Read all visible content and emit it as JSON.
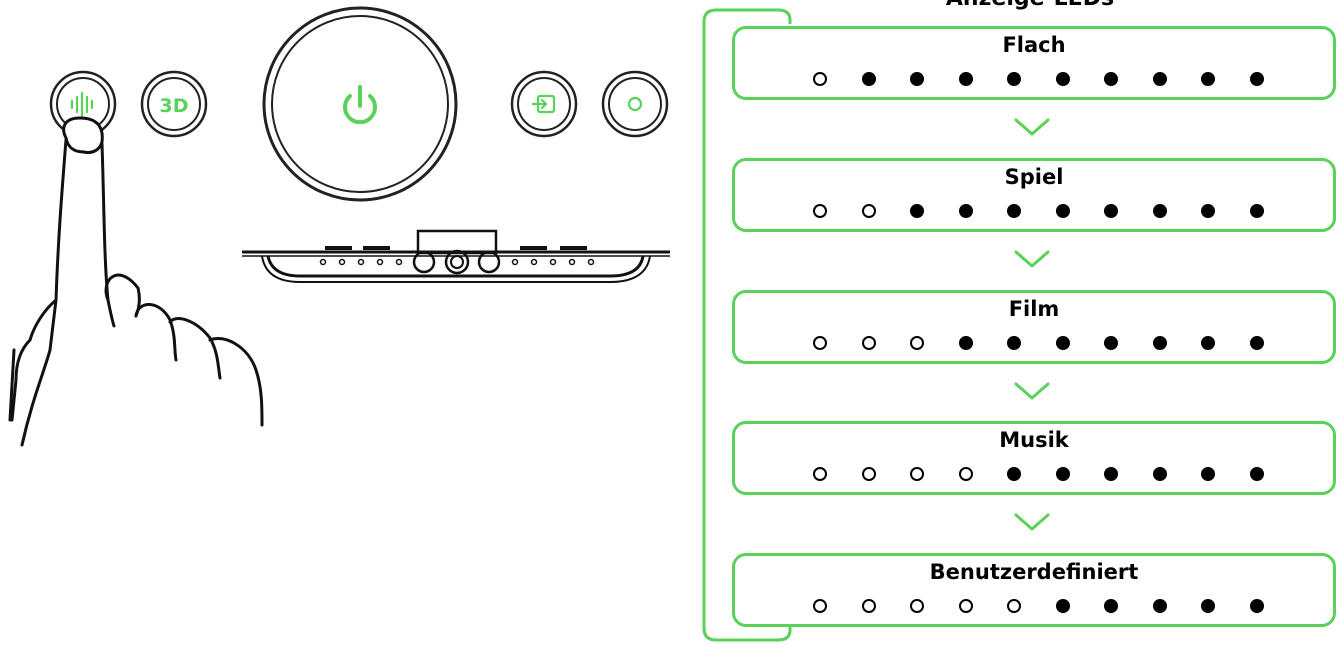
{
  "header": {
    "title": "Anzeige-LEDs"
  },
  "buttons": [
    {
      "name": "eq-mode-button",
      "icon": "equalizer-icon",
      "label": ""
    },
    {
      "name": "3d-button",
      "icon": "",
      "label": "3D"
    },
    {
      "name": "power-button",
      "icon": "power-icon",
      "label": ""
    },
    {
      "name": "input-button",
      "icon": "input-source-icon",
      "label": ""
    },
    {
      "name": "circle-button",
      "icon": "circle-icon",
      "label": ""
    }
  ],
  "modes": [
    {
      "name": "Flach",
      "leds": [
        0,
        1,
        1,
        1,
        1,
        1,
        1,
        1,
        1,
        1
      ]
    },
    {
      "name": "Spiel",
      "leds": [
        0,
        0,
        1,
        1,
        1,
        1,
        1,
        1,
        1,
        1
      ]
    },
    {
      "name": "Film",
      "leds": [
        0,
        0,
        0,
        1,
        1,
        1,
        1,
        1,
        1,
        1
      ]
    },
    {
      "name": "Musik",
      "leds": [
        0,
        0,
        0,
        0,
        1,
        1,
        1,
        1,
        1,
        1
      ]
    },
    {
      "name": "Benutzerdefiniert",
      "leds": [
        0,
        0,
        0,
        0,
        0,
        1,
        1,
        1,
        1,
        1
      ]
    }
  ],
  "colors": {
    "accent": "#5ad15a",
    "text": "#000000",
    "led_on": "#000000",
    "led_off": "#ffffff"
  }
}
